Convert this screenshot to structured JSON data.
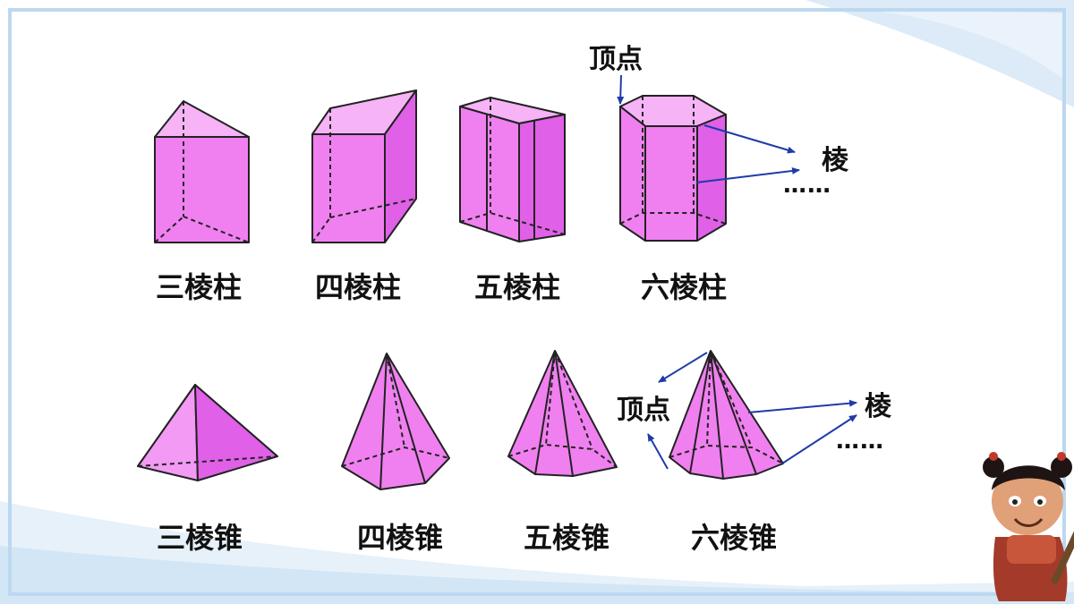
{
  "prisms": {
    "tri": "三棱柱",
    "quad": "四棱柱",
    "pent": "五棱柱",
    "hex": "六棱柱"
  },
  "pyramids": {
    "tri": "三棱锥",
    "quad": "四棱锥",
    "pent": "五棱锥",
    "hex": "六棱锥"
  },
  "annotations": {
    "vertex": "顶点",
    "edge": "棱",
    "ellipsis": "……"
  },
  "colors": {
    "face_fill": "#F080F0",
    "face_light": "#F6B3F6",
    "arrow": "#1F3BA8",
    "frame": "#BCD8F0"
  }
}
